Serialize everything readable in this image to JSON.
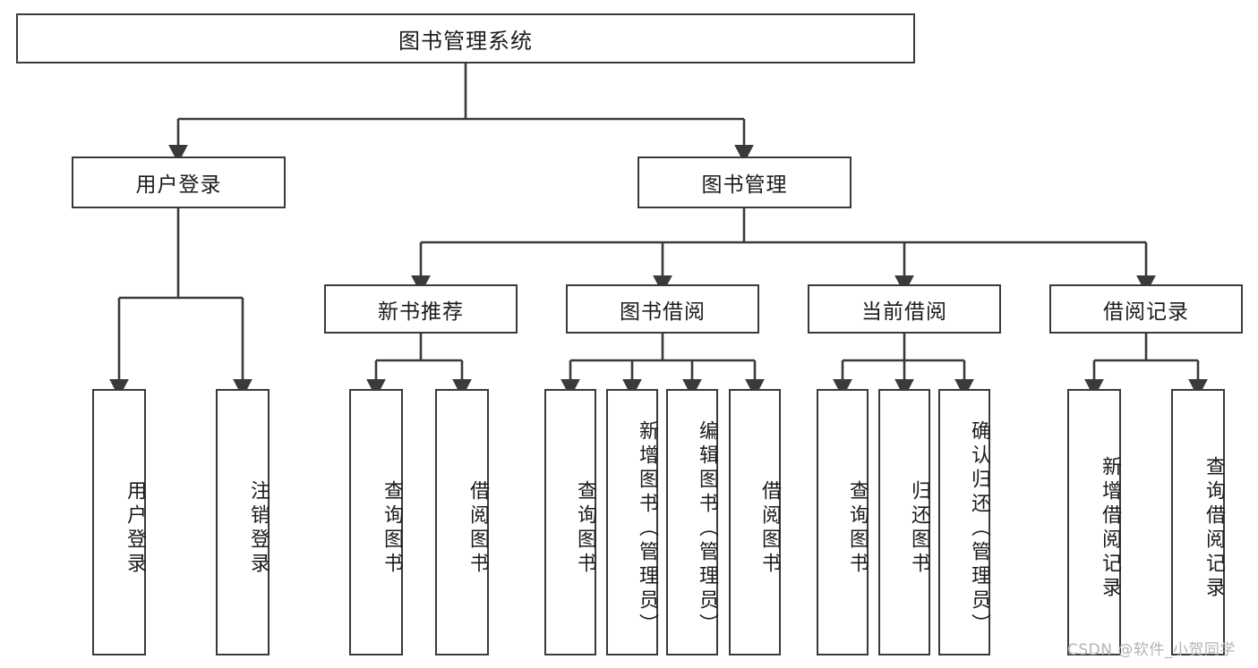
{
  "diagram": {
    "title": "图书管理系统",
    "type": "hierarchy-tree",
    "watermark": "CSDN @软件_小贺同学",
    "colors": {
      "background": "#ffffff",
      "stroke": "#3a3a3a",
      "text": "#1b1b1b",
      "watermark": "#b4b4b4"
    },
    "levels": {
      "root": [
        "图书管理系统"
      ],
      "level2": [
        "用户登录",
        "图书管理"
      ],
      "level3": [
        "新书推荐",
        "图书借阅",
        "当前借阅",
        "借阅记录"
      ],
      "leaves": [
        "用户登录",
        "注销登录",
        "查询图书",
        "借阅图书",
        "查询图书",
        "新增图书（管理员）",
        "编辑图书（管理员）",
        "借阅图书",
        "查询图书",
        "归还图书",
        "确认归还（管理员）",
        "新增借阅记录",
        "查询借阅记录"
      ]
    },
    "nodes": {
      "root": {
        "label": "图书管理系统"
      },
      "user_login": {
        "label": "用户登录"
      },
      "book_manage": {
        "label": "图书管理"
      },
      "new_book_rec": {
        "label": "新书推荐"
      },
      "book_borrow": {
        "label": "图书借阅"
      },
      "current_borrow": {
        "label": "当前借阅"
      },
      "borrow_record": {
        "label": "借阅记录"
      },
      "leaf_user_login": {
        "label": "用户登录"
      },
      "leaf_logout": {
        "label": "注销登录"
      },
      "leaf_query_book_1": {
        "label": "查询图书"
      },
      "leaf_borrow_book_1": {
        "label": "借阅图书"
      },
      "leaf_query_book_2": {
        "label": "查询图书"
      },
      "leaf_add_book": {
        "label": "新增图书（管理员）"
      },
      "leaf_edit_book": {
        "label": "编辑图书（管理员）"
      },
      "leaf_borrow_book_2": {
        "label": "借阅图书"
      },
      "leaf_query_book_3": {
        "label": "查询图书"
      },
      "leaf_return_book": {
        "label": "归还图书"
      },
      "leaf_confirm_return": {
        "label": "确认归还（管理员）"
      },
      "leaf_add_record": {
        "label": "新增借阅记录"
      },
      "leaf_query_record": {
        "label": "查询借阅记录"
      }
    }
  }
}
